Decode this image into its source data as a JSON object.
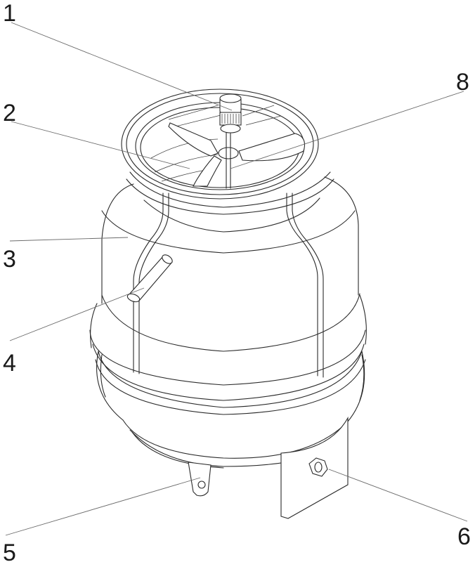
{
  "figure": {
    "type": "patent line drawing",
    "subject": "cylindrical tower with top fan ring, frame struts, side pipe and base fittings",
    "line_color": "#2a2a2a",
    "leader_color": "#6a6a6a",
    "background": "#ffffff"
  },
  "callouts": [
    {
      "label": "1",
      "target": "motor-shaft-top"
    },
    {
      "label": "2",
      "target": "fan-blade"
    },
    {
      "label": "3",
      "target": "tower-body-upper"
    },
    {
      "label": "4",
      "target": "side-inlet-pipe"
    },
    {
      "label": "5",
      "target": "mounting-lug"
    },
    {
      "label": "6",
      "target": "outlet-nut-bracket"
    },
    {
      "label": "8",
      "target": "fan-hub-shaft"
    }
  ]
}
